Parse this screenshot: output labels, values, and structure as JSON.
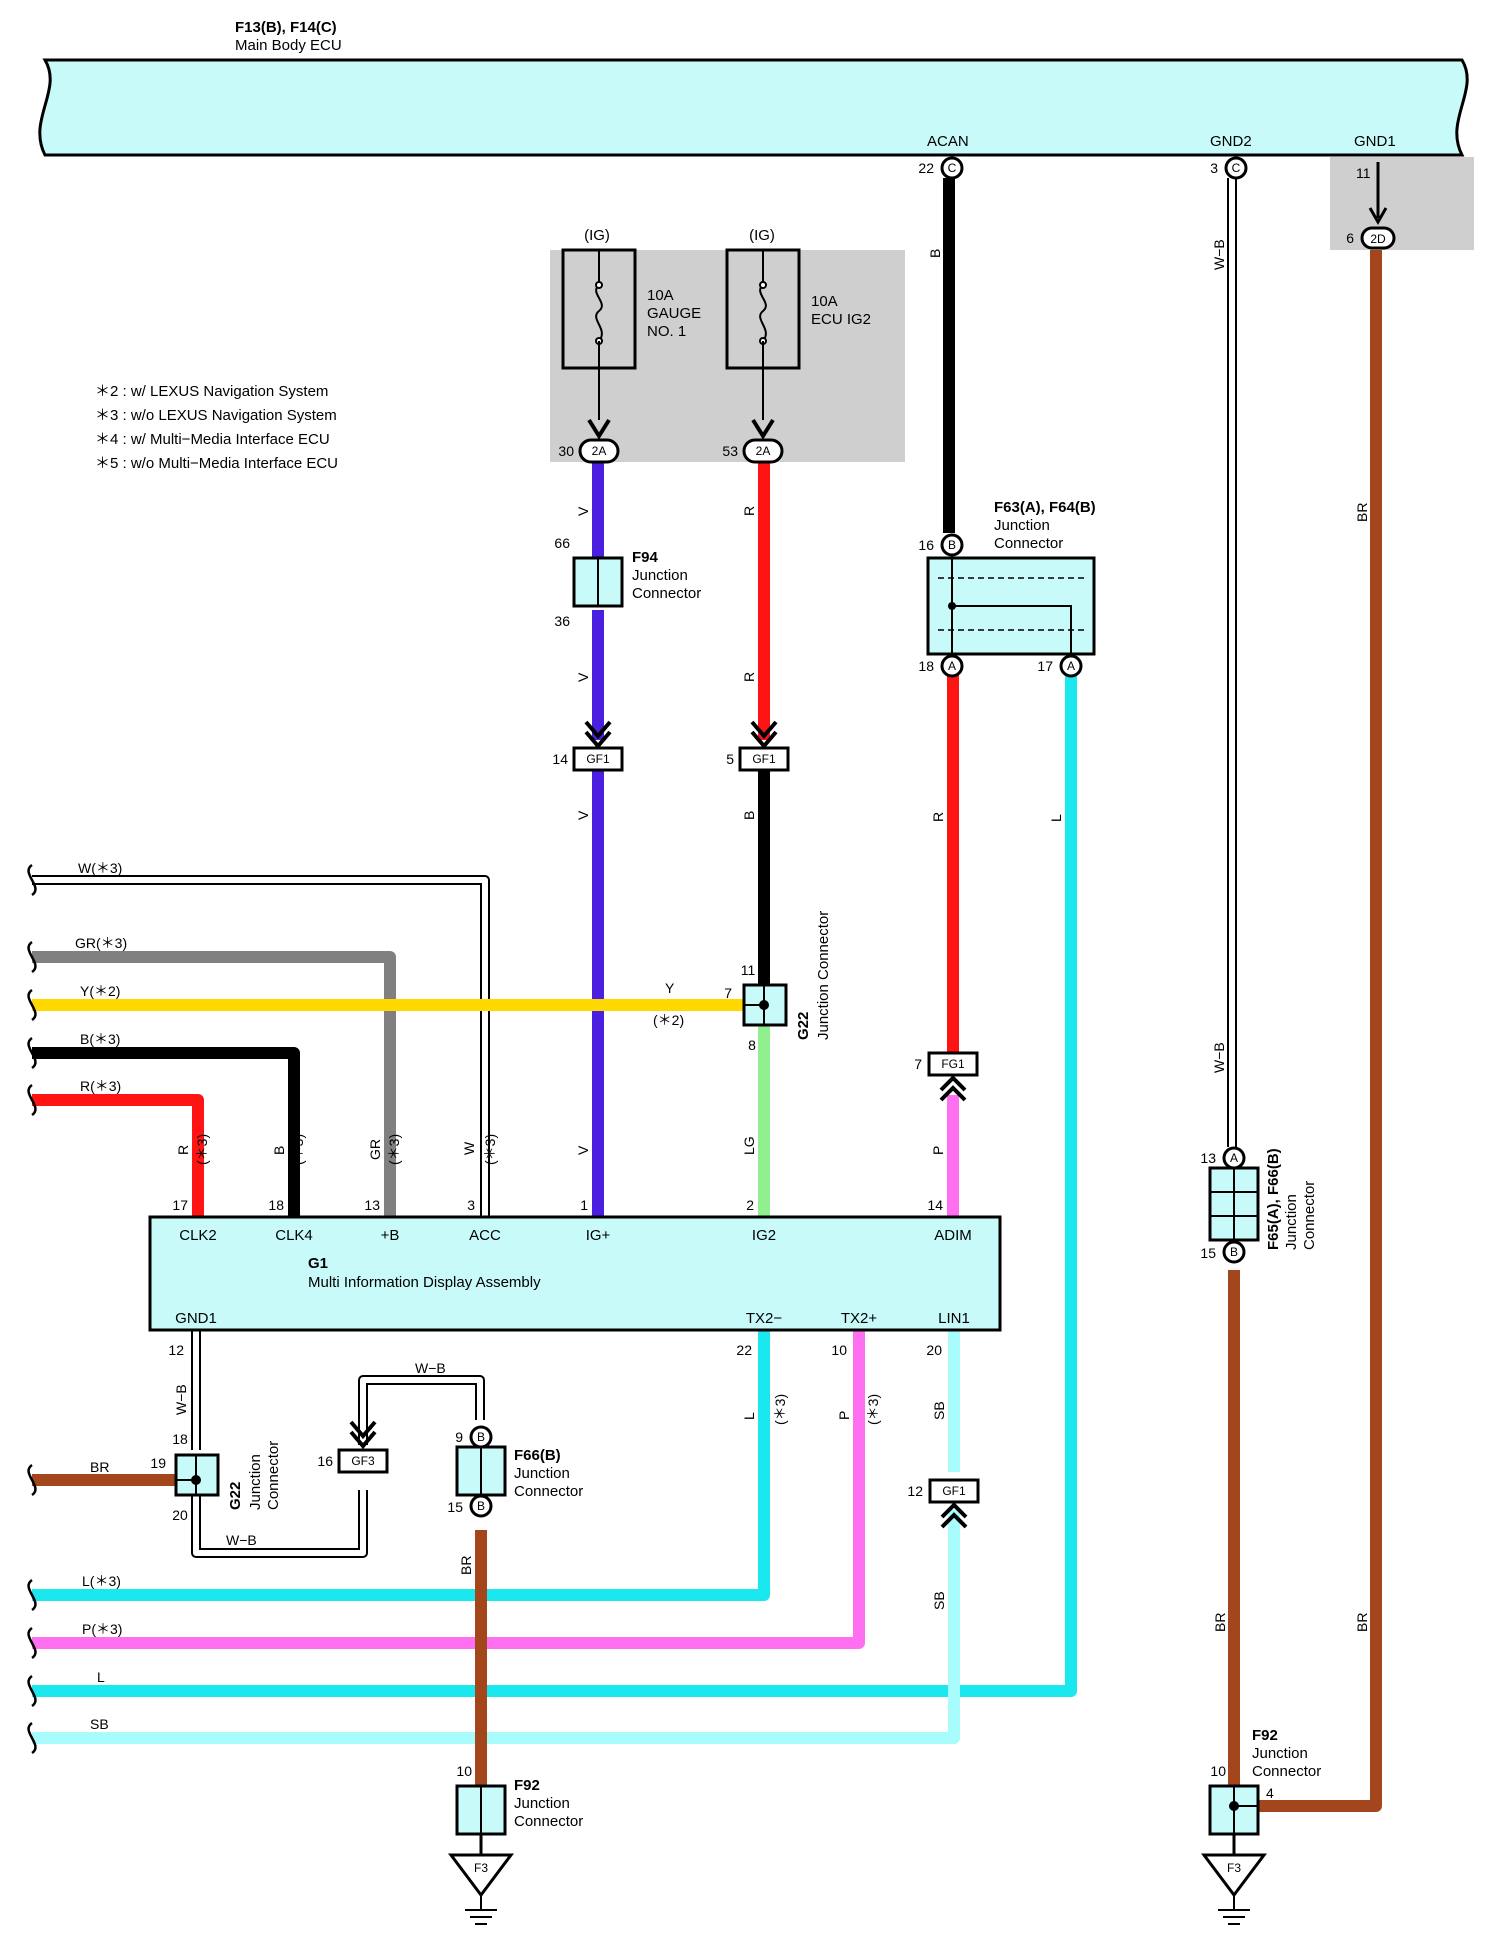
{
  "ecu": {
    "code": "F13(B), F14(C)",
    "name": "Main Body ECU",
    "pin_acan": "ACAN",
    "pin_gnd2": "GND2",
    "pin_gnd1": "GND1"
  },
  "legend": [
    "＊2 : w/ LEXUS Navigation System",
    "＊3 : w/o LEXUS Navigation System",
    "＊4 : w/ Multi−Media Interface ECU",
    "＊5 : w/o Multi−Media Interface ECU"
  ],
  "fuses": {
    "f1": {
      "ig": "(IG)",
      "line1": "10A",
      "line2": "GAUGE",
      "line3": "NO. 1",
      "pin": "30",
      "conn": "2A"
    },
    "f2": {
      "ig": "(IG)",
      "line1": "10A",
      "line2": "ECU IG2",
      "pin": "53",
      "conn": "2A"
    }
  },
  "connectors": {
    "f94": {
      "code": "F94",
      "line1": "Junction",
      "line2": "Connector",
      "pin_in": "66",
      "pin_out": "36"
    },
    "f63": {
      "code": "F63(A), F64(B)",
      "line1": "Junction",
      "line2": "Connector",
      "pin_in": "16",
      "pin_in_letter": "B",
      "pin_out1": "18",
      "pin_out1_letter": "A",
      "pin_out2": "17",
      "pin_out2_letter": "A"
    },
    "gf1_a": {
      "label": "GF1",
      "pin": "14"
    },
    "gf1_b": {
      "label": "GF1",
      "pin": "5"
    },
    "g22_top": {
      "code": "G22",
      "line1": "Junction Connector",
      "pin_top": "11",
      "pin_left": "7",
      "pin_bottom": "8"
    },
    "fg1": {
      "label": "FG1",
      "pin": "7"
    },
    "f65": {
      "code": "F65(A), F66(B)",
      "line1": "Junction",
      "line2": "Connector",
      "pin_top": "13",
      "pin_top_letter": "A",
      "pin_bottom": "15",
      "pin_bottom_letter": "B"
    },
    "g22_bottom": {
      "code": "G22",
      "line1": "Junction",
      "line2": "Connector",
      "pin_top": "18",
      "pin_left": "19",
      "pin_bottom": "20"
    },
    "gf3": {
      "label": "GF3",
      "pin": "16"
    },
    "f66": {
      "code": "F66(B)",
      "line1": "Junction",
      "line2": "Connector",
      "pin_top": "9",
      "pin_top_letter": "B",
      "pin_bottom": "15",
      "pin_bottom_letter": "B"
    },
    "gf1_c": {
      "label": "GF1",
      "pin": "12"
    },
    "f92_left": {
      "code": "F92",
      "line1": "Junction",
      "line2": "Connector",
      "pin": "10",
      "ground": "F3"
    },
    "f92_right": {
      "code": "F92",
      "line1": "Junction",
      "line2": "Connector",
      "pin_left": "10",
      "pin_right": "4",
      "ground": "F3"
    },
    "gnd1_conn": {
      "pin_ecu": "11",
      "pin": "6",
      "conn": "2D"
    },
    "acan_conn": {
      "pin": "22",
      "letter": "C"
    },
    "gnd2_conn": {
      "pin": "3",
      "letter": "C"
    }
  },
  "g1": {
    "code": "G1",
    "name": "Multi Information Display Assembly",
    "top_pins": [
      {
        "name": "CLK2",
        "num": "17"
      },
      {
        "name": "CLK4",
        "num": "18"
      },
      {
        "name": "+B",
        "num": "13"
      },
      {
        "name": "ACC",
        "num": "3"
      },
      {
        "name": "IG+",
        "num": "1"
      },
      {
        "name": "IG2",
        "num": "2"
      },
      {
        "name": "ADIM",
        "num": "14"
      }
    ],
    "bottom_pins": [
      {
        "name": "GND1",
        "num": "12"
      },
      {
        "name": "TX2−",
        "num": "22"
      },
      {
        "name": "TX2+",
        "num": "10"
      },
      {
        "name": "LIN1",
        "num": "20"
      }
    ]
  },
  "wire_labels": {
    "acan": "B",
    "gnd2_top": "W−B",
    "gnd2_mid": "W−B",
    "gnd1": "BR",
    "gnd1_low": "BR",
    "v1": "V",
    "v2": "V",
    "v3": "V",
    "v4": "V",
    "r1": "R",
    "r2": "R",
    "b_ig2": "B",
    "lg": "LG",
    "r_adim": "R",
    "p_adim": "P",
    "l_17": "L",
    "y_mid": "Y",
    "y_note": "(＊2)",
    "r_clk2": "R",
    "b_clk4": "B",
    "gr_b": "GR",
    "w_acc": "W",
    "note3": "(＊3)",
    "wb_gnd1": "W−B",
    "wb_gf3": "W−B",
    "wb_bottom": "W−B",
    "br_g22": "BR",
    "br_f66": "BR",
    "l_tx2m": "L",
    "p_tx2p": "P",
    "sb_lin": "SB",
    "sb_lin2": "SB",
    "br_f65": "BR"
  },
  "left_wires": {
    "w3": "W(＊3)",
    "gr3": "GR(＊3)",
    "y2": "Y(＊2)",
    "b3": "B(＊3)",
    "r3": "R(＊3)",
    "l3": "L(＊3)",
    "p3": "P(＊3)",
    "l": "L",
    "sb": "SB"
  },
  "colors": {
    "panel": "#c8fafa",
    "violet": "#4a1fe0",
    "red": "#ff1414",
    "black": "#000000",
    "green": "#90f090",
    "pink": "#ff70f0",
    "cyan": "#1ae8ee",
    "lightcyan": "#a8fcfc",
    "brown": "#a4461c",
    "yellow": "#ffd800",
    "gray": "#808080",
    "shade": "#cfcfcf"
  }
}
